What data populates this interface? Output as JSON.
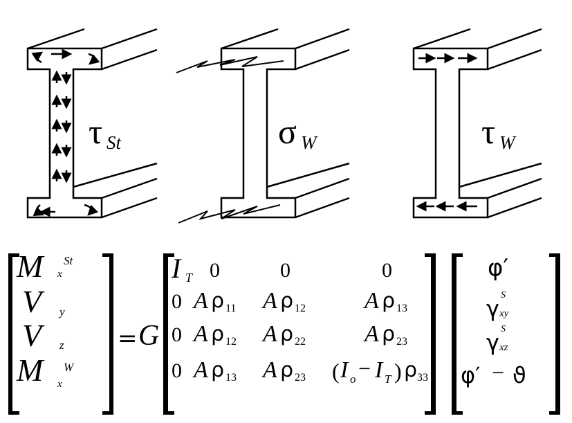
{
  "figure": {
    "beams": [
      {
        "id": "st",
        "label_main": "τ",
        "label_sub": "St"
      },
      {
        "id": "w_sigma",
        "label_main": "σ",
        "label_sub": "W"
      },
      {
        "id": "w_tau",
        "label_main": "τ",
        "label_sub": "W"
      }
    ]
  },
  "equation": {
    "lhs": [
      {
        "main": "M",
        "sub": "x",
        "sup": "St"
      },
      {
        "main": "V",
        "sub": "y",
        "sup": ""
      },
      {
        "main": "V",
        "sub": "z",
        "sup": ""
      },
      {
        "main": "M",
        "sub": "x",
        "sup": "W"
      }
    ],
    "equals": "=",
    "factor": "G",
    "matrix": {
      "r1": [
        "I_T",
        "0",
        "0",
        "0"
      ],
      "r2": [
        "0",
        "Aρ11",
        "Aρ12",
        "Aρ13"
      ],
      "r3": [
        "0",
        "Aρ12",
        "Aρ22",
        "Aρ23"
      ],
      "r4": [
        "0",
        "Aρ13",
        "Aρ23",
        "(Io − IT)ρ33"
      ]
    },
    "rhs": [
      "φ′",
      "γ^S_xy",
      "γ^S_xz",
      "φ′ − ϑ"
    ],
    "texts": {
      "zero": "0",
      "A": "A",
      "rho": "ρ",
      "I": "I",
      "T": "T",
      "o": "o",
      "minus": "−",
      "lparen": "(",
      "rparen": ")",
      "s11": "11",
      "s12": "12",
      "s13": "13",
      "s22": "22",
      "s23": "23",
      "s33": "33",
      "phi_prime": "φ′",
      "gamma": "γ",
      "S": "S",
      "xy": "xy",
      "xz": "xz",
      "phi": "φ′",
      "vartheta": "ϑ"
    }
  }
}
